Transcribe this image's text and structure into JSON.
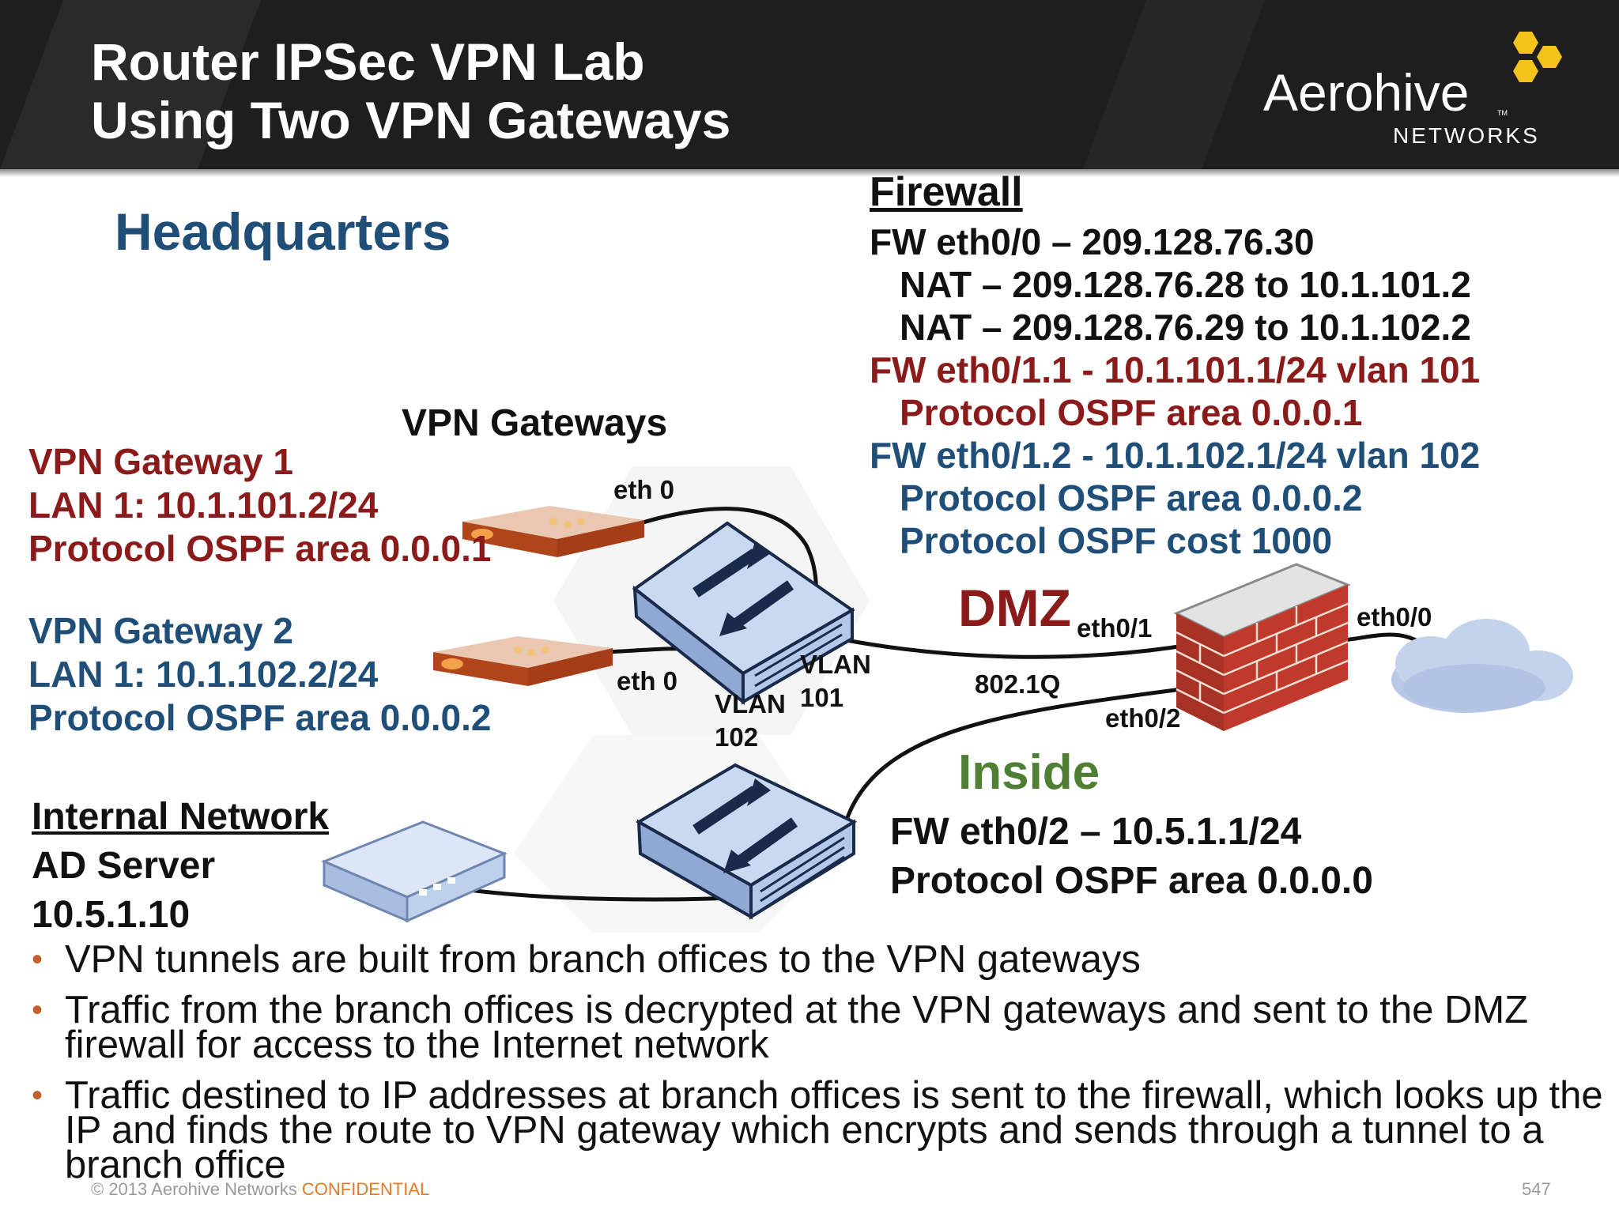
{
  "title": {
    "line1": "Router IPSec VPN Lab",
    "line2": "Using Two VPN Gateways"
  },
  "logo": {
    "brand": "Aerohive",
    "tm": "TM",
    "sub": "NETWORKS",
    "hex_color": "#f5c31b"
  },
  "headquarters": "Headquarters",
  "firewall": {
    "heading": "Firewall",
    "lines": [
      {
        "text": "FW eth0/0 – 209.128.76.30",
        "color": "#111111"
      },
      {
        "text": "NAT – 209.128.76.28 to 10.1.101.2",
        "color": "#111111"
      },
      {
        "text": "NAT – 209.128.76.29 to 10.1.102.2",
        "color": "#111111"
      },
      {
        "text": "FW eth0/1.1 - 10.1.101.1/24 vlan 101",
        "color": "#8b1a1a"
      },
      {
        "text": "Protocol OSPF area 0.0.0.1",
        "color": "#8b1a1a"
      },
      {
        "text": "FW eth0/1.2 - 10.1.102.1/24 vlan 102",
        "color": "#1f4e79"
      },
      {
        "text": "Protocol OSPF area 0.0.0.2",
        "color": "#1f4e79"
      },
      {
        "text": "Protocol OSPF cost 1000",
        "color": "#1f4e79"
      }
    ]
  },
  "vpn_gateways_label": "VPN Gateways",
  "gateway1": {
    "name": "VPN Gateway 1",
    "lan": "LAN 1: 10.1.101.2/24",
    "ospf": "Protocol OSPF area 0.0.0.1"
  },
  "gateway2": {
    "name": "VPN Gateway 2",
    "lan": "LAN 1: 10.1.102.2/24",
    "ospf": "Protocol OSPF area 0.0.0.2"
  },
  "ports": {
    "eth0_top": "eth 0",
    "eth0_bottom": "eth 0",
    "vlan101": "VLAN\n101",
    "vlan102": "VLAN\n102",
    "dmz": "DMZ",
    "eth01": "eth0/1",
    "dot1q": "802.1Q",
    "eth00": "eth0/0",
    "eth02": "eth0/2"
  },
  "inside": {
    "heading": "Inside",
    "line1": "FW eth0/2 – 10.5.1.1/24",
    "line2": "Protocol OSPF area 0.0.0.0"
  },
  "internal": {
    "heading": "Internal Network",
    "line1": "AD Server",
    "line2": "10.5.1.10"
  },
  "bullets": [
    "VPN tunnels are built from branch offices to the VPN gateways",
    "Traffic from the branch offices is decrypted at the VPN gateways and sent to the DMZ firewall for access to the Internet network",
    "Traffic destined to IP addresses at  branch offices is sent to the firewall, which looks up the IP and finds the route to VPN gateway which encrypts and sends through a tunnel to a branch office"
  ],
  "footer": {
    "copyright": "© 2013 Aerohive Networks ",
    "confidential": "CONFIDENTIAL",
    "page": "547"
  }
}
